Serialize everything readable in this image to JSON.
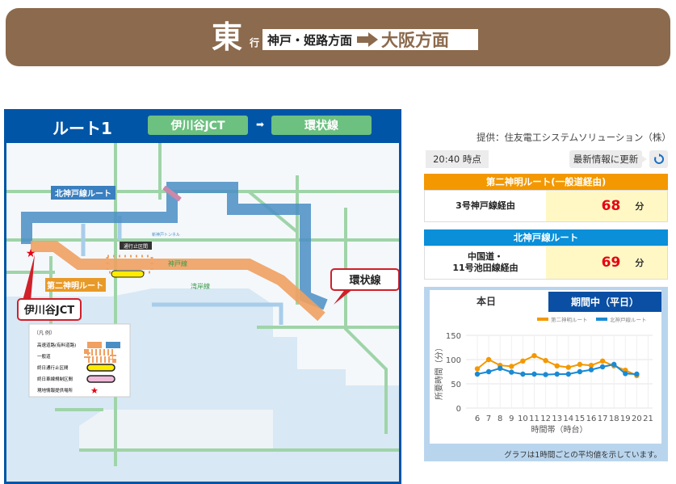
{
  "header": {
    "direction": "東",
    "direction_suffix": "行",
    "from": "神戸・姫路方面",
    "to": "大阪方面"
  },
  "route": {
    "title": "ルート1",
    "start": "伊川谷JCT",
    "arrow": "➡",
    "end": "環状線"
  },
  "map": {
    "labels": {
      "kitakobe": "北神戸線ルート",
      "daini": "第二神明ルート",
      "jct": "伊川谷JCT",
      "kanjo": "環状線",
      "kobe": "神戸線",
      "wangan": "湾岸線",
      "closed": "通行止区間",
      "tunnel": "新神戸トンネル"
    },
    "legend": {
      "title": "〔凡 例〕",
      "items": [
        "高速道路(有料道路)",
        "一般道",
        "終日通行止区間",
        "終日車線規制区間",
        "現地情報提供場所"
      ]
    },
    "colors": {
      "daini": "#f0a060",
      "kitakobe": "#4a8ec4",
      "road": "#9fd4a8",
      "sea": "#d8e8f4"
    }
  },
  "provider": "提供：住友電工システムソリューション（株）",
  "time": "20:40 時点",
  "refresh_label": "最新情報に更新",
  "routes": [
    {
      "name": "第二神明ルート(一般道経由)",
      "via": "3号神戸線経由",
      "minutes": "68",
      "unit": "分",
      "color": "#f39800"
    },
    {
      "name": "北神戸線ルート",
      "via_line1": "中国道・",
      "via_line2": "11号池田線経由",
      "minutes": "69",
      "unit": "分",
      "color": "#0a8fd8"
    }
  ],
  "tabs": {
    "today": "本日",
    "period": "期間中（平日）"
  },
  "chart_note": "グラフは1時間ごとの平均値を示しています。",
  "chart_data": {
    "type": "line",
    "x": [
      6,
      7,
      8,
      9,
      10,
      11,
      12,
      13,
      14,
      15,
      16,
      17,
      18,
      19,
      20
    ],
    "xticks": [
      "6",
      "7",
      "8",
      "9",
      "10",
      "11",
      "12",
      "13",
      "14",
      "15",
      "16",
      "17",
      "18",
      "19",
      "20",
      "21"
    ],
    "yticks": [
      "0",
      "50",
      "100",
      "150"
    ],
    "ylim": [
      0,
      150
    ],
    "xlabel": "時間帯（時台）",
    "ylabel": "所要時間（分）",
    "legend_position": "top-right",
    "grid": true,
    "series": [
      {
        "name": "第二神明ルート",
        "color": "#f39800",
        "values": [
          81,
          100,
          88,
          86,
          97,
          108,
          98,
          87,
          84,
          90,
          88,
          97,
          87,
          78,
          67
        ]
      },
      {
        "name": "北神戸線ルート",
        "color": "#1a8ad4",
        "values": [
          70,
          75,
          82,
          74,
          70,
          70,
          69,
          70,
          70,
          75,
          79,
          85,
          90,
          71,
          70
        ]
      }
    ]
  }
}
